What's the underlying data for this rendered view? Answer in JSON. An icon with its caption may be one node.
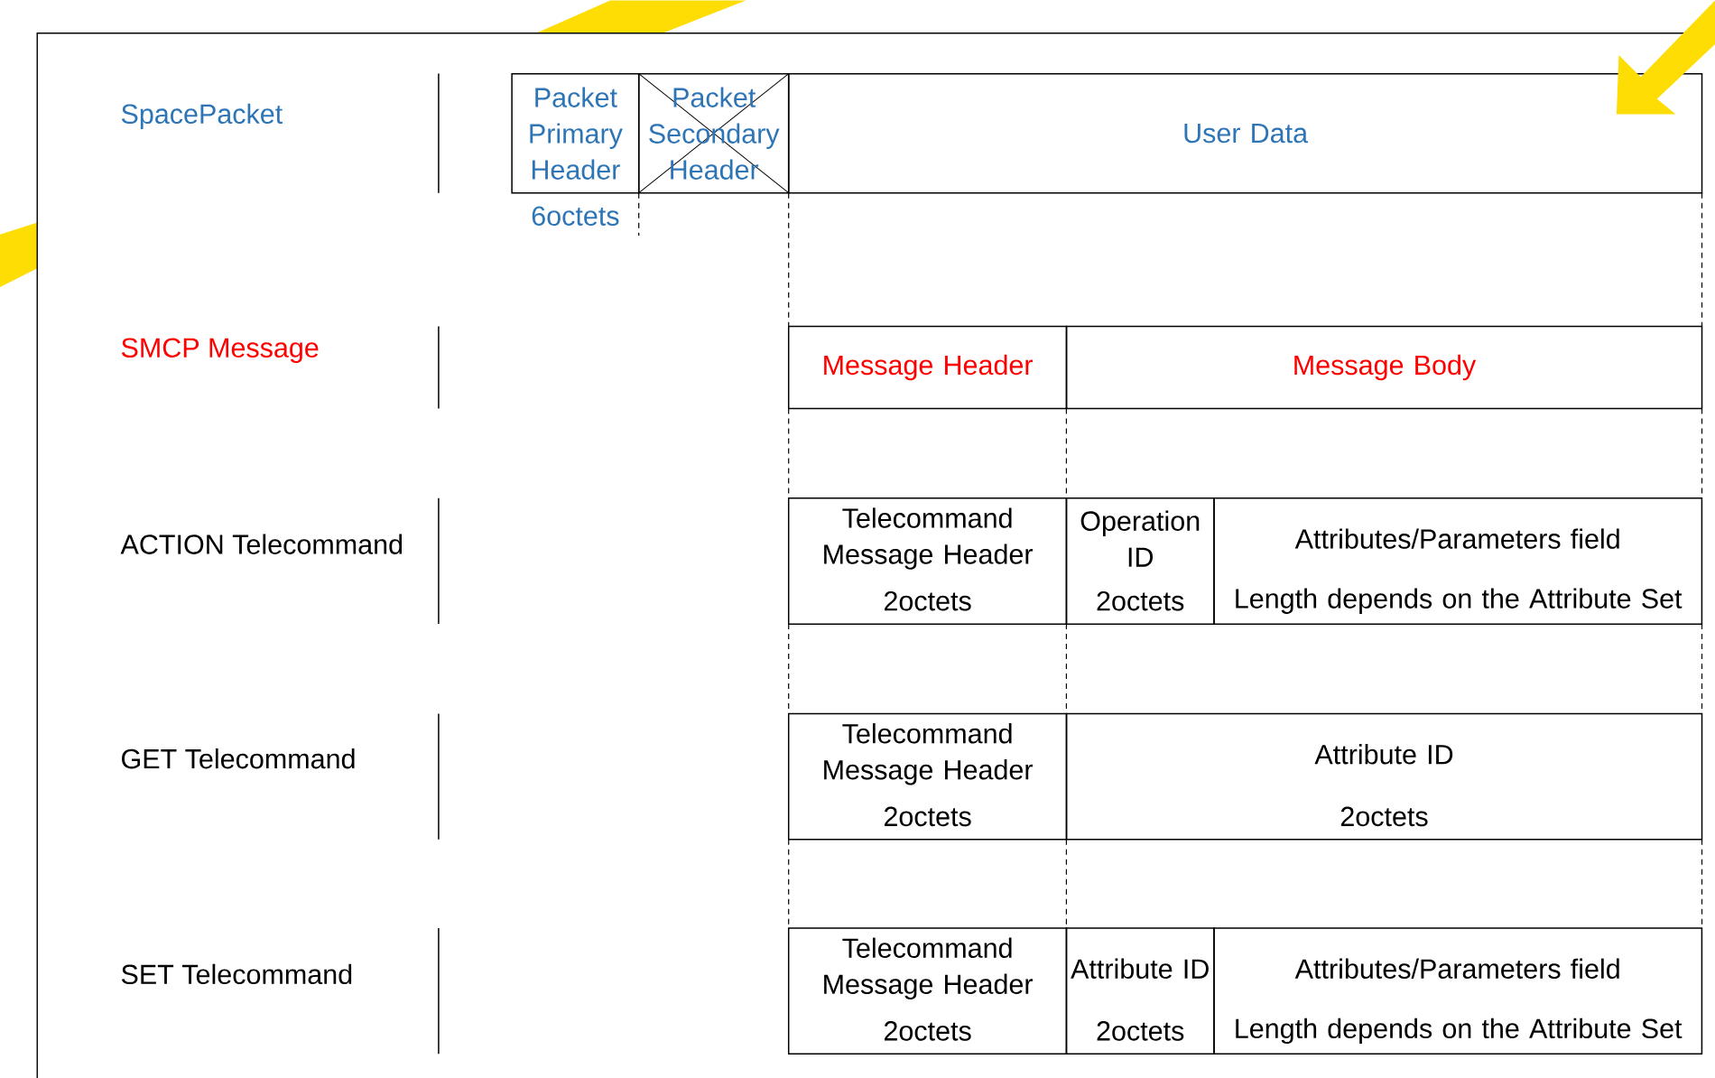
{
  "diagram": {
    "nodes": [
      {
        "text": [
          "Packet Primary Header"
        ],
        "beside": [
          "6octets"
        ]
      },
      {
        "text": [
          "Packet Secondary Header"
        ]
      },
      {
        "text": [
          "User Data"
        ]
      },
      {
        "text": [
          "Message Header"
        ]
      },
      {
        "text": [
          "Message Body"
        ]
      },
      {
        "text": [
          "Telecommand Message Header",
          "2octets"
        ]
      },
      {
        "text": [
          "Operation ID",
          "2octets"
        ]
      },
      {
        "text": [
          "Attributes/Parameters field",
          "Length depends on the Attribute Set"
        ]
      },
      {
        "text": [
          "Telecommand Message Header",
          "2octets"
        ]
      },
      {
        "text": [
          "Attribute ID",
          "2octets"
        ]
      },
      {
        "text": [
          "Telecommand Message Header",
          "2octets"
        ]
      },
      {
        "text": [
          "Attribute ID",
          "2octets"
        ]
      },
      {
        "text": [
          "Attributes/Parameters field",
          "Length depends on the Attribute Set"
        ]
      }
    ],
    "labels": [
      "SpacePacket",
      "SMCP Message",
      "ACTION Telecommand",
      "GET Telecommand",
      "SET Telecommand"
    ]
  }
}
